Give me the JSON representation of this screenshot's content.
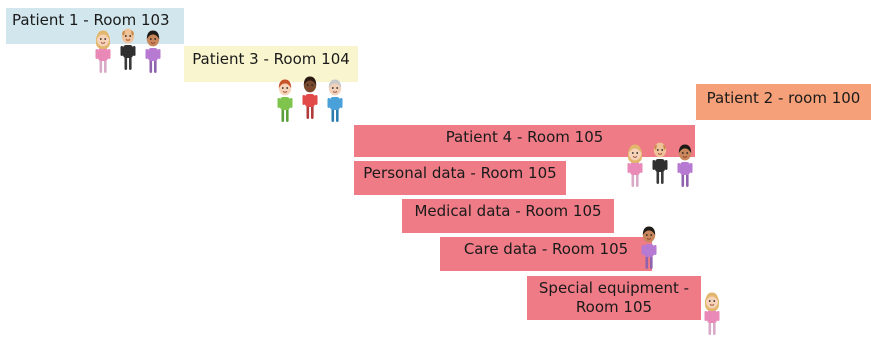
{
  "boxes": {
    "patient1": "Patient 1 - Room 103",
    "patient3": "Patient 3 - Room 104",
    "patient2": "Patient 2 - room 100",
    "patient4": "Patient 4 - Room 105",
    "personal": "Personal data - Room 105",
    "medical": "Medical data - Room 105",
    "care": "Care data - Room 105",
    "special_line1": "Special equipment -",
    "special_line2": "Room 105"
  },
  "colors": {
    "patient1_box": "#d2e6ee",
    "patient3_box": "#f8f5cf",
    "patient2_box": "#f5a078",
    "room105_box": "#ee7b86"
  },
  "avatars": {
    "group1": [
      "blonde-woman-avatar",
      "bald-man-avatar",
      "dark-haired-woman-avatar"
    ],
    "group3": [
      "red-haired-man-avatar",
      "dark-skinned-man-avatar",
      "grey-haired-man-avatar"
    ],
    "group4": [
      "blonde-woman-avatar",
      "bald-man-avatar",
      "dark-haired-woman-avatar"
    ],
    "care": [
      "dark-haired-woman-avatar"
    ],
    "special": [
      "blonde-woman-avatar"
    ]
  }
}
